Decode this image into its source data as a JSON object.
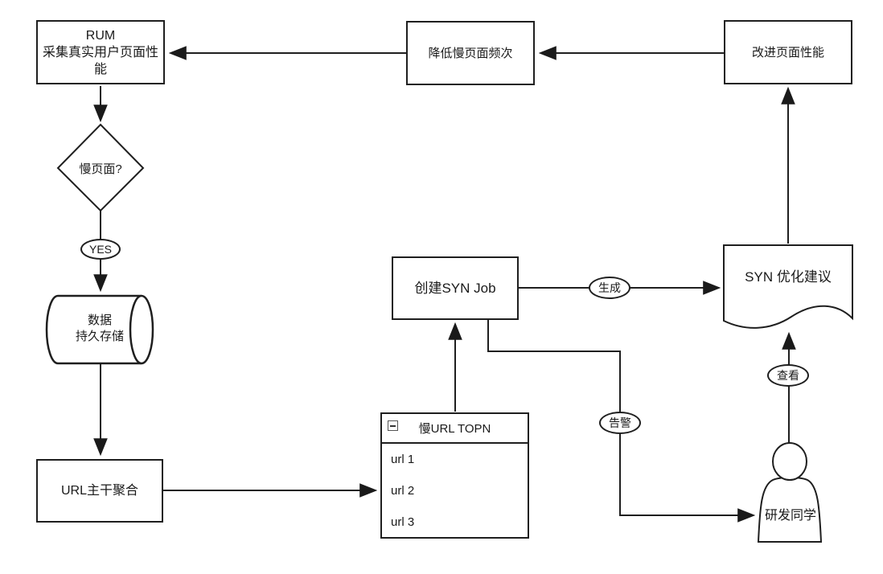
{
  "diagram": {
    "title": "RUM slow-page optimization flow",
    "colors": {
      "stroke": "#1f1f1f",
      "background": "#ffffff",
      "text": "#1a1a1a"
    },
    "icons": {
      "topn_collapse": "minus-square"
    },
    "nodes": {
      "rum": {
        "line1": "RUM",
        "line2": "采集真实用户页面性能"
      },
      "reduce": {
        "label": "降低慢页面频次"
      },
      "improve": {
        "label": "改进页面性能"
      },
      "decision": {
        "label": "慢页面?"
      },
      "store": {
        "line1": "数据",
        "line2": "持久存储"
      },
      "aggregate": {
        "label": "URL主干聚合"
      },
      "create_job": {
        "label": "创建SYN Job"
      },
      "topn": {
        "title": "慢URL TOPN",
        "items": [
          "url 1",
          "url 2",
          "url 3"
        ]
      },
      "suggestion": {
        "label": "SYN 优化建议"
      },
      "developer": {
        "label": "研发同学"
      }
    },
    "edge_labels": {
      "yes": "YES",
      "generate": "生成",
      "alert": "告警",
      "view": "查看"
    }
  }
}
